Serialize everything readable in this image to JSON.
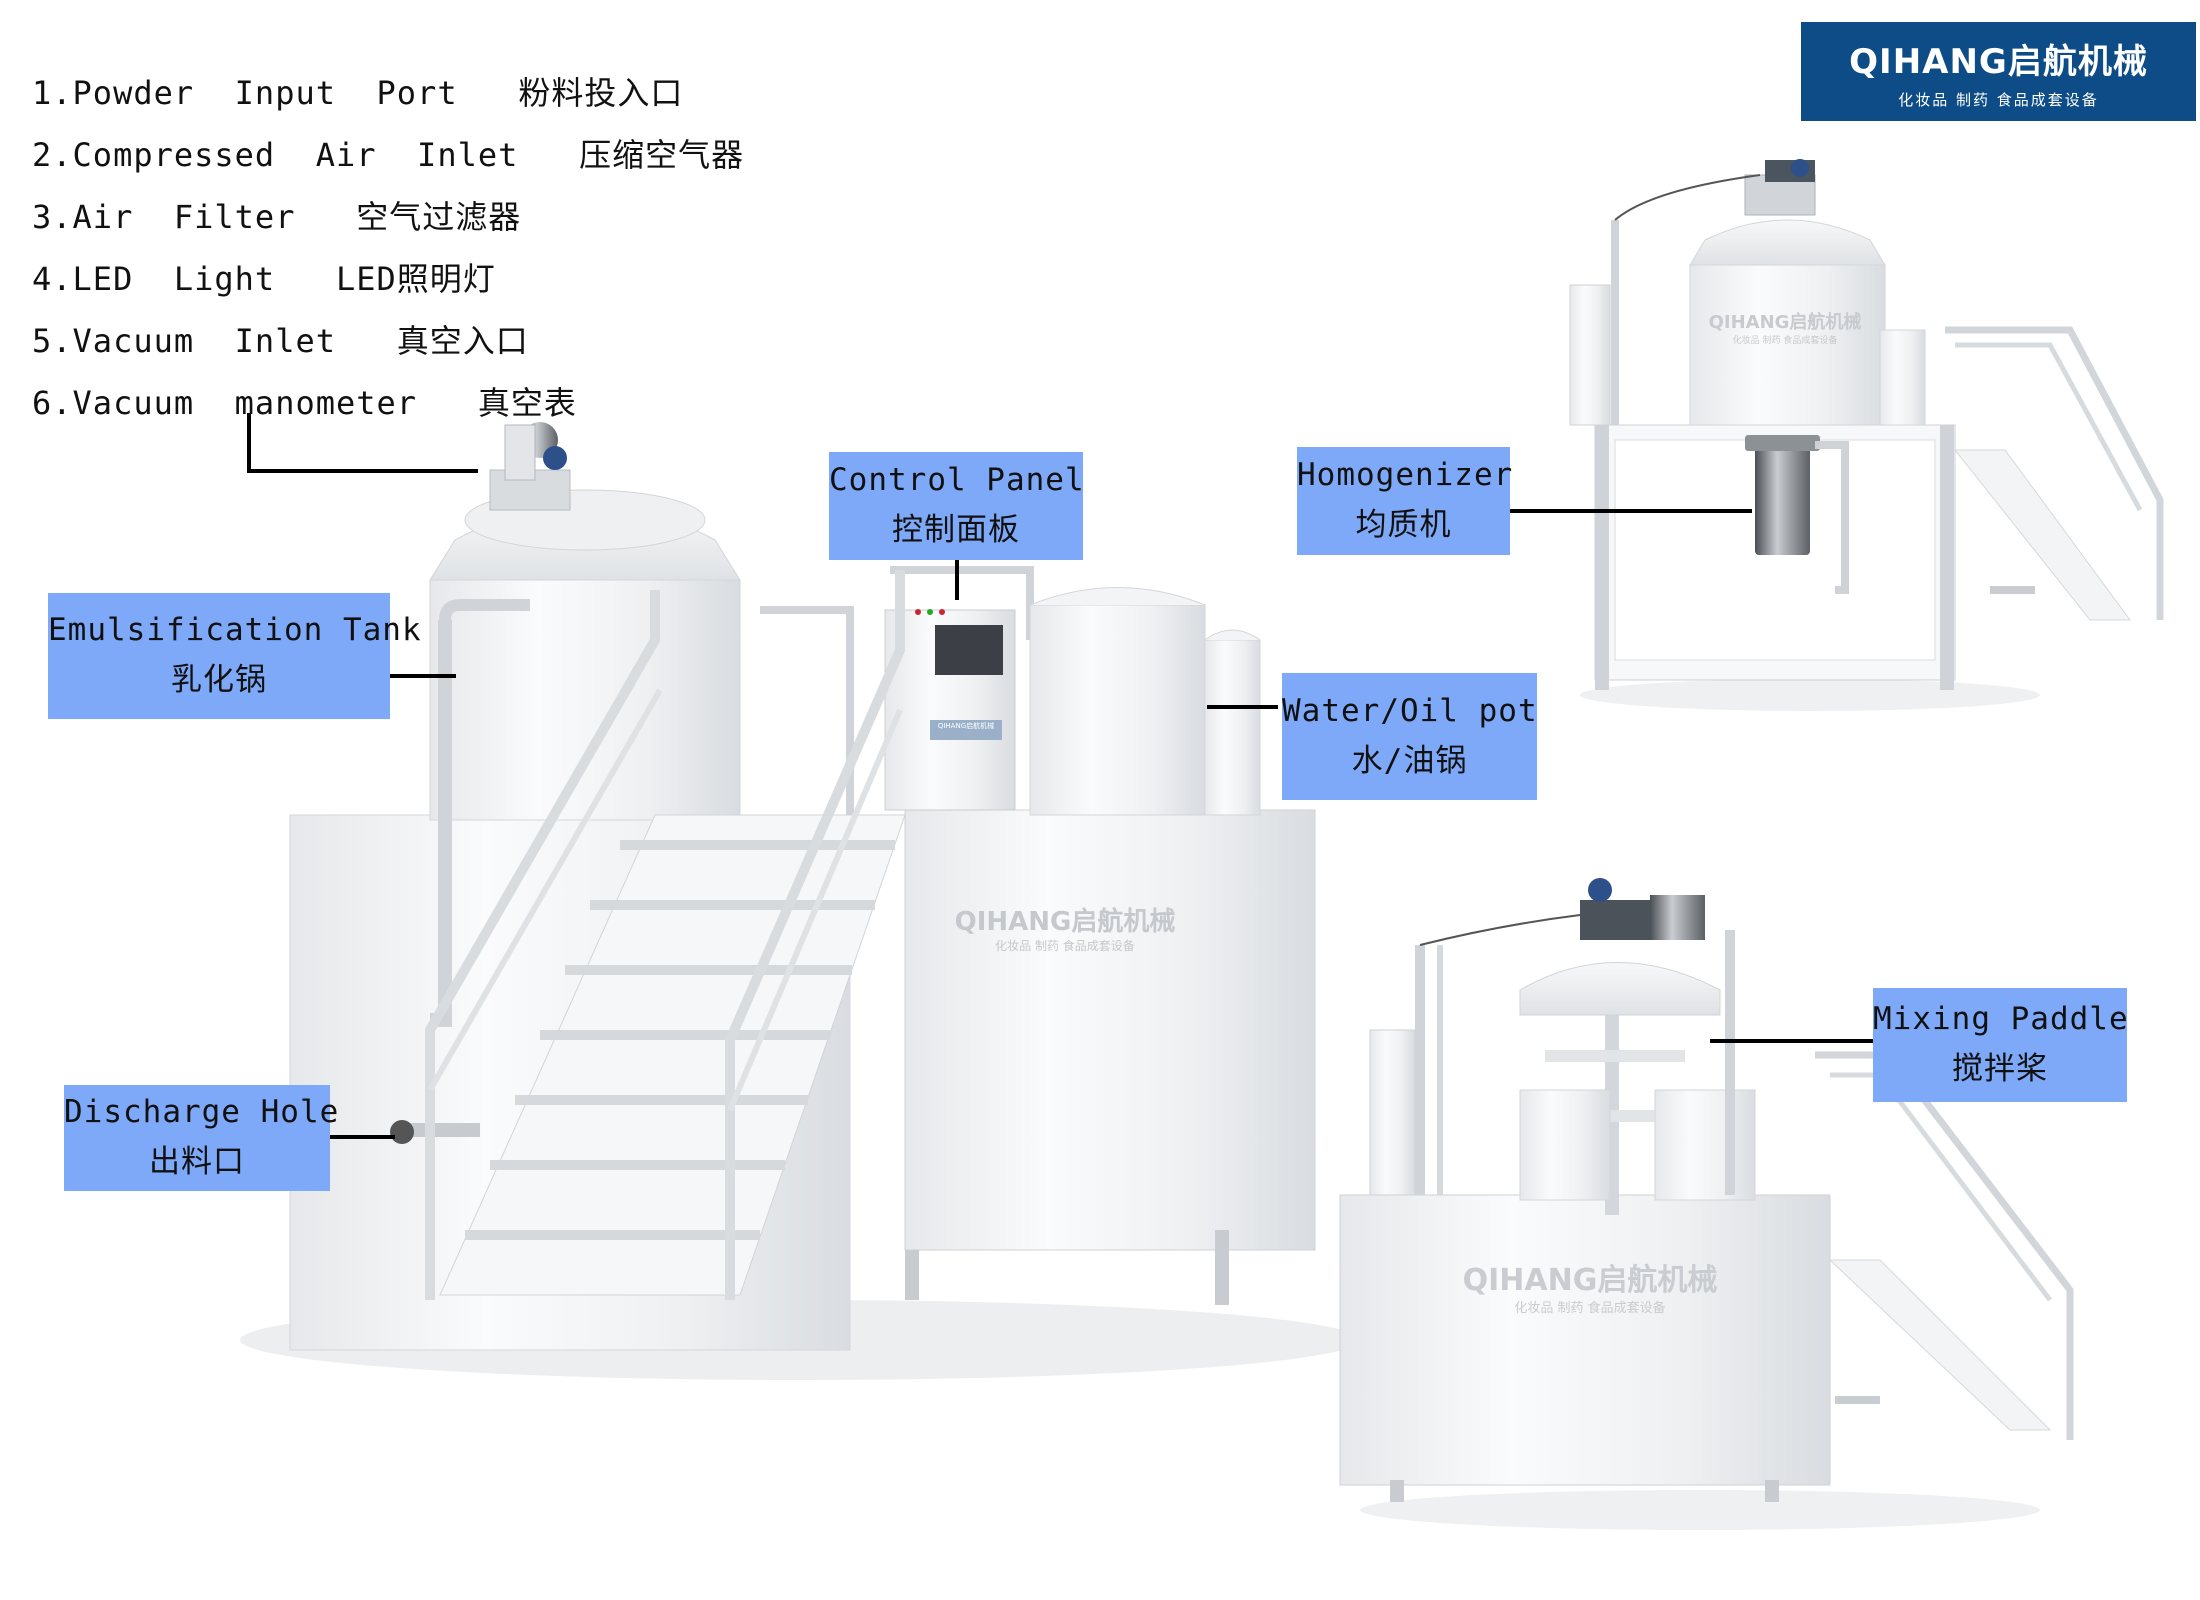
{
  "parts_list": [
    "1.Powder  Input  Port   粉料投入口",
    "2.Compressed  Air  Inlet   压缩空气器",
    "3.Air  Filter   空气过滤器",
    "4.LED  Light   LED照明灯",
    "5.Vacuum  Inlet   真空入口",
    "6.Vacuum  manometer   真空表"
  ],
  "brand": {
    "name": "QIHANG启航机械",
    "tagline": "化妆品 制药 食品成套设备"
  },
  "watermarks": {
    "name": "QIHANG启航机械",
    "tagline": "化妆品 制药 食品成套设备"
  },
  "panel_badge": "QIHANG启航机械",
  "labels": {
    "emulsification_tank": {
      "en": "Emulsification  Tank",
      "zh": "乳化锅"
    },
    "control_panel": {
      "en": "Control  Panel",
      "zh": "控制面板"
    },
    "homogenizer": {
      "en": "Homogenizer",
      "zh": "均质机"
    },
    "water_oil_pot": {
      "en": "Water/Oil  pot",
      "zh": "水/油锅"
    },
    "discharge_hole": {
      "en": "Discharge  Hole",
      "zh": "出料口"
    },
    "mixing_paddle": {
      "en": "Mixing  Paddle",
      "zh": "搅拌桨"
    }
  },
  "colors": {
    "label_fill": "#7ea8f8",
    "brand_fill": "#0d4c86",
    "leader_line": "#000000",
    "steel_light": "#f4f5f7",
    "steel_shadow": "#d7dade"
  }
}
